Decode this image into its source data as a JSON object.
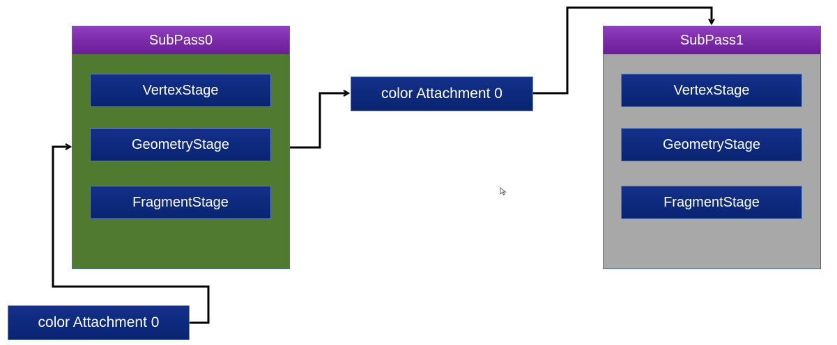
{
  "subpass0": {
    "title": "SubPass0",
    "stages": [
      "VertexStage",
      "GeometryStage",
      "FragmentStage"
    ]
  },
  "subpass1": {
    "title": "SubPass1",
    "stages": [
      "VertexStage",
      "GeometryStage",
      "FragmentStage"
    ]
  },
  "attachments": {
    "middle": "color Attachment 0",
    "bottom": "color Attachment 0"
  },
  "colors": {
    "header_purple": "#7a2aa8",
    "subpass0_body": "#4f7a2f",
    "subpass1_body": "#a8a8a8",
    "stage_blue": "#0d2a7e",
    "stage_border": "#5b7fbf",
    "arrow": "#000000"
  },
  "icons": [
    "mouse-pointer-icon"
  ]
}
